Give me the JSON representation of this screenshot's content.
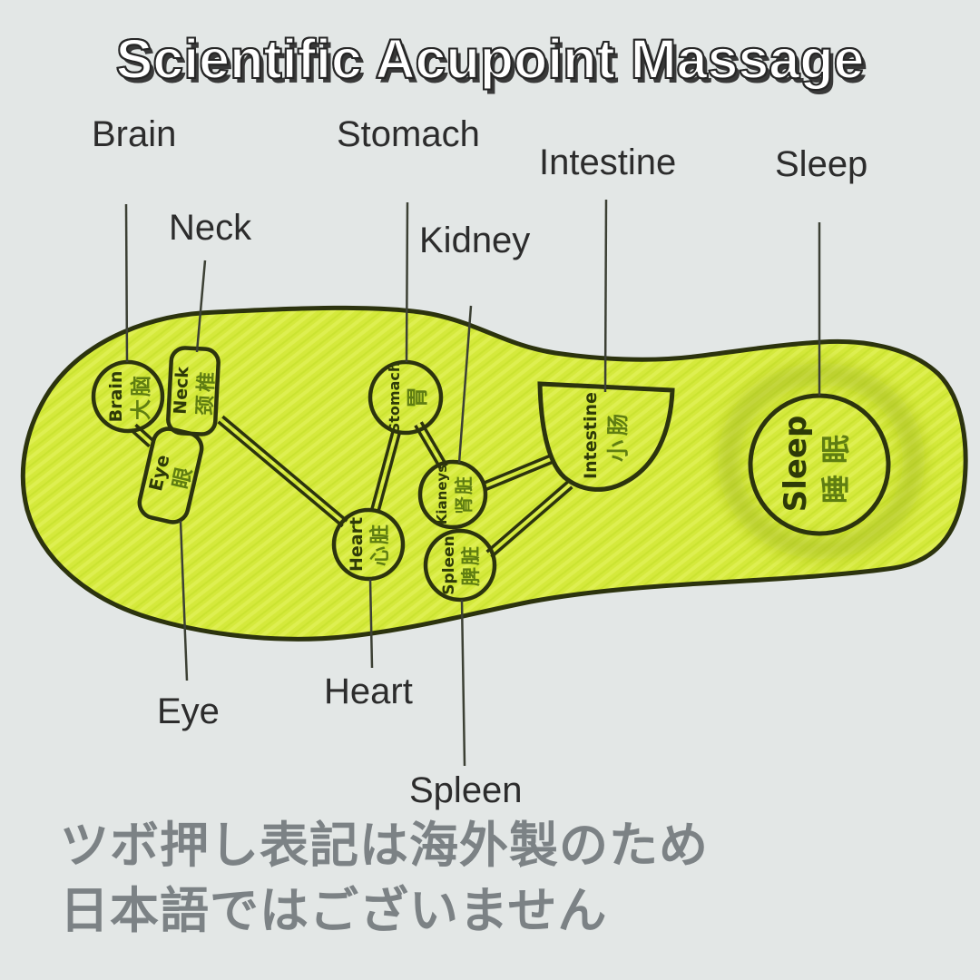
{
  "title": "Scientific Acupoint Massage",
  "colors": {
    "background": "#e3e7e6",
    "insole_fill": "#d5e93c",
    "insole_outline": "#2c330e",
    "label_text": "#2c2c2c",
    "note_text": "#7c8285",
    "zone_text_en": "#2e3a08",
    "zone_text_zh": "#5f7d12"
  },
  "callout_labels": {
    "brain": "Brain",
    "stomach": "Stomach",
    "intestine": "Intestine",
    "sleep": "Sleep",
    "neck": "Neck",
    "kidney": "Kidney",
    "eye": "Eye",
    "heart": "Heart",
    "spleen": "Spleen"
  },
  "acupoint_zones": {
    "brain": {
      "en": "Brain",
      "zh": "大脑"
    },
    "neck": {
      "en": "Neck",
      "zh": "颈椎"
    },
    "eye": {
      "en": "Eye",
      "zh": "眼"
    },
    "stomach": {
      "en": "Stomach",
      "zh": "胃"
    },
    "kidneys": {
      "en": "Kianeys",
      "zh": "肾脏"
    },
    "heart": {
      "en": "Heart",
      "zh": "心脏"
    },
    "spleen": {
      "en": "Spleen",
      "zh": "脾脏"
    },
    "intestine": {
      "en": "Intestine",
      "zh": "小肠"
    },
    "sleep": {
      "en": "Sleep",
      "zh": "睡眠"
    }
  },
  "note": {
    "line1": "ツボ押し表記は海外製のため",
    "line2": "日本語ではございません"
  }
}
